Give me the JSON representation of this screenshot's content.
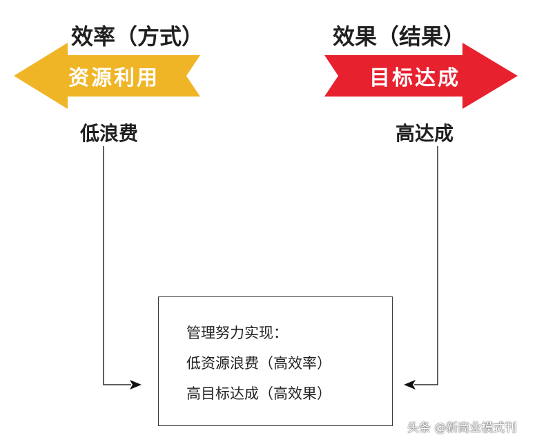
{
  "left": {
    "title": "效率（方式）",
    "arrow_label": "资源利用",
    "arrow_color": "#F0B527",
    "sub_label": "低浪费"
  },
  "right": {
    "title": "效果（结果）",
    "arrow_label": "目标达成",
    "arrow_color": "#E8212E",
    "sub_label": "高达成"
  },
  "summary_box": {
    "lines": [
      "管理努力实现：",
      "低资源浪费（高效率）",
      "高目标达成（高效果）"
    ]
  },
  "watermark": "头条 @新商业模式刊"
}
